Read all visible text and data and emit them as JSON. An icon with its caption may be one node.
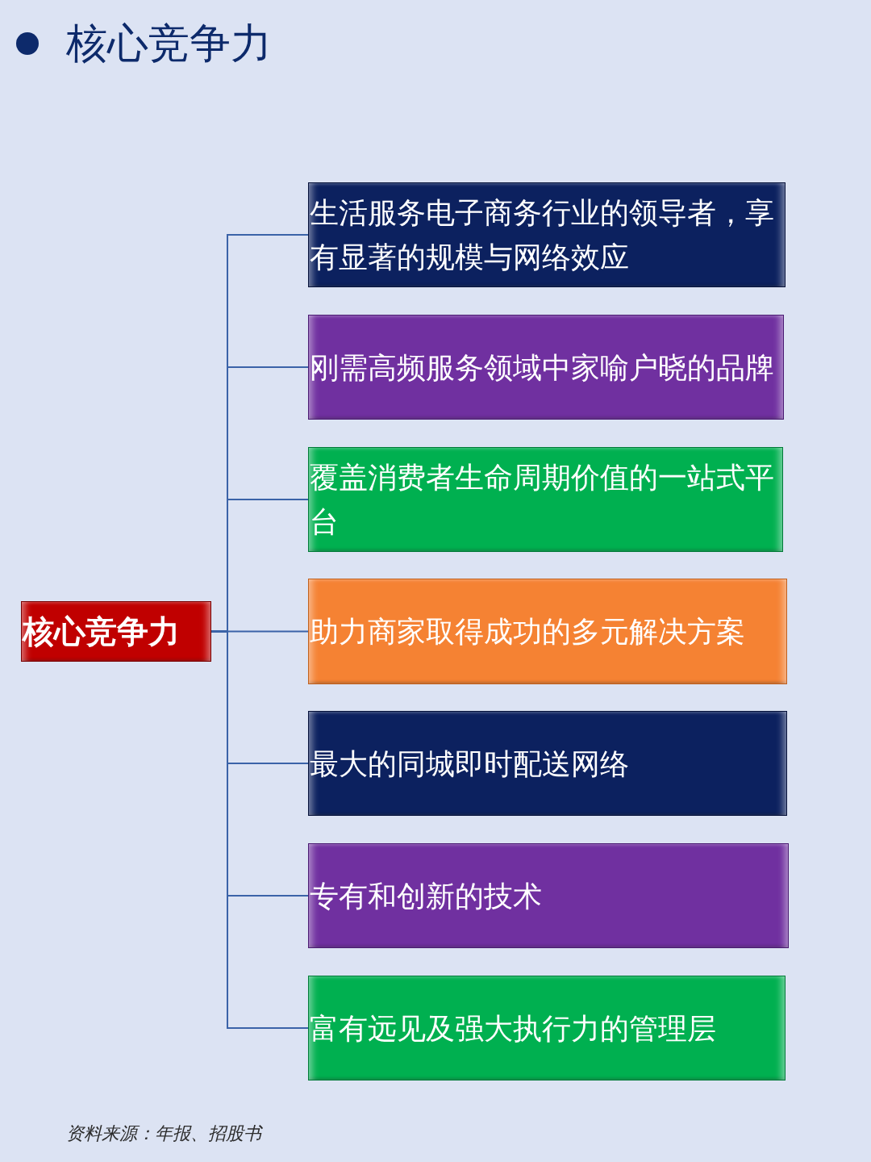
{
  "diagram": {
    "title": "核心竞争力",
    "nodes": [
      {
        "text": [
          "核心竞争力"
        ]
      },
      {
        "text": [
          "生活服务电子商务行业的领导者，享有显著的规模与网络效应"
        ]
      },
      {
        "text": [
          "刚需高频服务领域中家喻户晓的品牌"
        ]
      },
      {
        "text": [
          "覆盖消费者生命周期价值的一站式平台"
        ]
      },
      {
        "text": [
          "助力商家取得成功的多元解决方案"
        ]
      },
      {
        "text": [
          "最大的同城即时配送网络"
        ]
      },
      {
        "text": [
          "专有和创新的技术"
        ]
      },
      {
        "text": [
          "富有远见及强大执行力的管理层"
        ]
      }
    ],
    "edges": [
      {
        "from": 0,
        "to": 1,
        "arrow": "none"
      },
      {
        "from": 0,
        "to": 2,
        "arrow": "none"
      },
      {
        "from": 0,
        "to": 3,
        "arrow": "none"
      },
      {
        "from": 0,
        "to": 4,
        "arrow": "none"
      },
      {
        "from": 0,
        "to": 5,
        "arrow": "none"
      },
      {
        "from": 0,
        "to": 6,
        "arrow": "none"
      },
      {
        "from": 0,
        "to": 7,
        "arrow": "none"
      }
    ],
    "caption": "资料来源：年报、招股书"
  }
}
